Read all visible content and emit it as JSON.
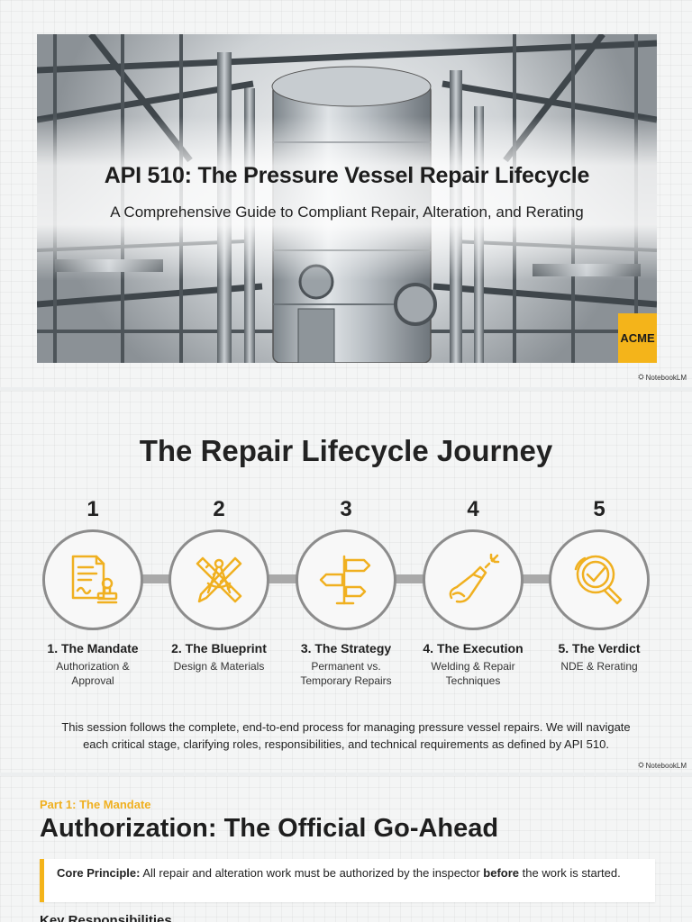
{
  "slide1": {
    "title": "API 510: The Pressure Vessel Repair Lifecycle",
    "subtitle": "A Comprehensive Guide to Compliant Repair, Alteration, and Rerating",
    "logo_text": "ACME",
    "watermark": "NotebookLM"
  },
  "slide2": {
    "title": "The Repair Lifecycle Journey",
    "steps": [
      {
        "number": "1",
        "label": "1. The Mandate",
        "desc_line1": "Authorization &",
        "desc_line2": "Approval",
        "icon": "document-stamp-icon"
      },
      {
        "number": "2",
        "label": "2. The Blueprint",
        "desc_line1": "Design & Materials",
        "desc_line2": "",
        "icon": "drafting-tools-icon"
      },
      {
        "number": "3",
        "label": "3. The Strategy",
        "desc_line1": "Permanent vs.",
        "desc_line2": "Temporary Repairs",
        "icon": "signpost-icon"
      },
      {
        "number": "4",
        "label": "4. The Execution",
        "desc_line1": "Welding & Repair",
        "desc_line2": "Techniques",
        "icon": "welding-torch-icon"
      },
      {
        "number": "5",
        "label": "5. The Verdict",
        "desc_line1": "NDE & Rerating",
        "desc_line2": "",
        "icon": "magnifier-check-icon"
      }
    ],
    "body_line1": "This session follows the complete, end-to-end process for managing pressure vessel repairs. We will navigate",
    "body_line2": "each critical stage, clarifying roles, responsibilities, and technical requirements as defined by API 510.",
    "watermark": "NotebookLM"
  },
  "slide3": {
    "kicker": "Part 1: The Mandate",
    "title": "Authorization: The Official Go-Ahead",
    "callout_label": "Core Principle:",
    "callout_part1": " All repair and alteration work must be authorized by the inspector ",
    "callout_emphasis": "before",
    "callout_part2": " the work is started.",
    "section_heading": "Key Responsibilities"
  },
  "colors": {
    "accent": "#f4b41a",
    "icon": "#f0b020",
    "circle_border": "#8c8c8c",
    "connector": "#a9a9a9"
  }
}
